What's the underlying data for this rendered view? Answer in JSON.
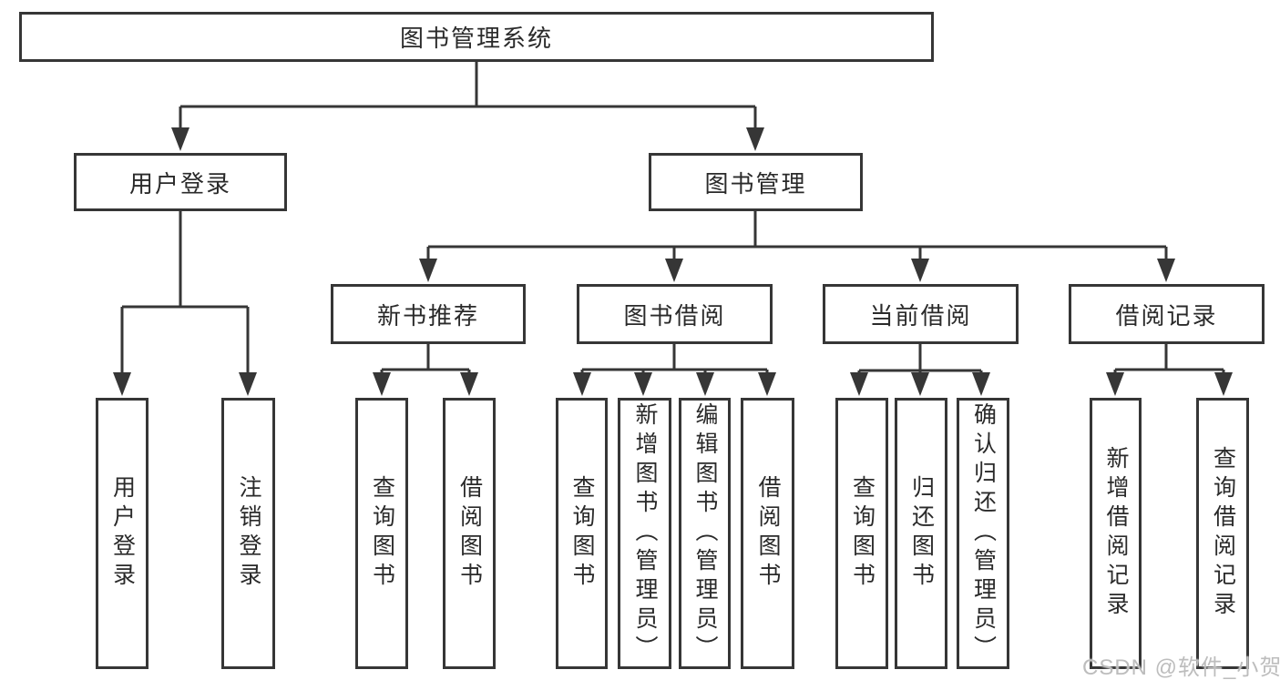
{
  "diagram": {
    "title": "图书管理系统",
    "type": "hierarchy-tree"
  },
  "colors": {
    "line": "#363636",
    "text": "#2a2a2a",
    "background": "#ffffff",
    "watermark": "#bdbdbd"
  },
  "tree": {
    "root": {
      "label": "图书管理系统"
    },
    "branches": [
      {
        "label": "用户登录",
        "children": [
          {
            "label": "用户登录"
          },
          {
            "label": "注销登录"
          }
        ]
      },
      {
        "label": "图书管理",
        "children": [
          {
            "label": "新书推荐",
            "children": [
              {
                "label": "查询图书"
              },
              {
                "label": "借阅图书"
              }
            ]
          },
          {
            "label": "图书借阅",
            "children": [
              {
                "label": "查询图书"
              },
              {
                "label": "新增图书（管理员）"
              },
              {
                "label": "编辑图书（管理员）"
              },
              {
                "label": "借阅图书"
              }
            ]
          },
          {
            "label": "当前借阅",
            "children": [
              {
                "label": "查询图书"
              },
              {
                "label": "归还图书"
              },
              {
                "label": "确认归还（管理员）"
              }
            ]
          },
          {
            "label": "借阅记录",
            "children": [
              {
                "label": "新增借阅记录"
              },
              {
                "label": "查询借阅记录"
              }
            ]
          }
        ]
      }
    ]
  },
  "watermark": {
    "text": "CSDN @软件_小贺同学"
  }
}
